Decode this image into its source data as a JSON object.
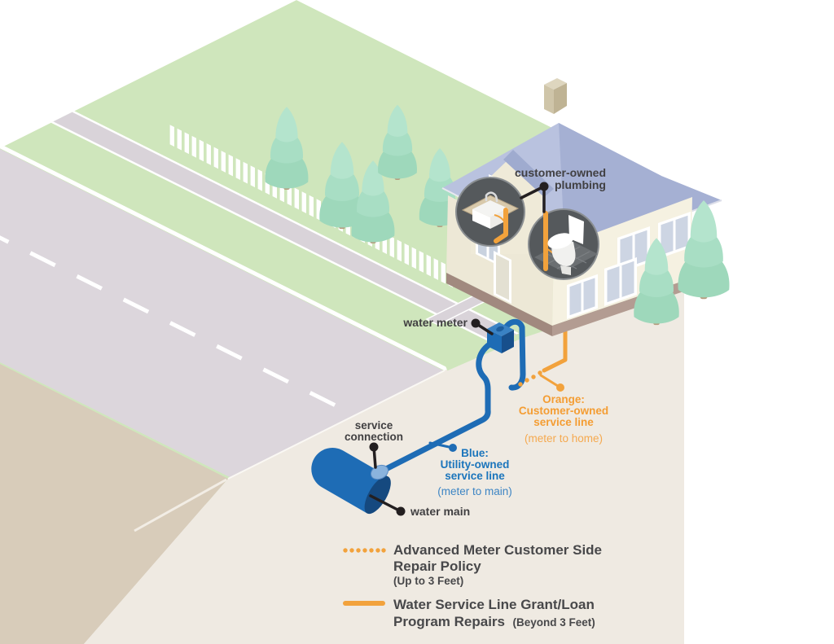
{
  "diagram": {
    "callouts": {
      "plumbing": {
        "line1": "customer-owned",
        "line2": "plumbing"
      },
      "water_meter": "water meter",
      "service_connection": {
        "line1": "service",
        "line2": "connection"
      },
      "water_main": "water main",
      "orange_line": {
        "title": "Orange:",
        "line2": "Customer-owned",
        "line3": "service line",
        "note": "(meter to home)"
      },
      "blue_line": {
        "title": "Blue:",
        "line2": "Utility-owned",
        "line3": "service line",
        "note": "(meter to main)"
      }
    },
    "legend": {
      "dotted": {
        "line1": "Advanced Meter Customer Side",
        "line2": "Repair Policy",
        "note": "(Up to 3 Feet)"
      },
      "solid": {
        "line1": "Water Service Line Grant/Loan",
        "line2": "Program Repairs",
        "note": "(Beyond 3 Feet)"
      }
    },
    "colors": {
      "orange": "#F2A23C",
      "utility_blue": "#1E6CB5",
      "label_gray": "#414042",
      "blue_text": "#1B75BC",
      "grass": "#CFE6BC",
      "road": "#DCD6DC",
      "soil_left": "#D8CCBA",
      "soil_cross_section": "#EFEAE2",
      "roof": "#B9C2DF"
    }
  }
}
